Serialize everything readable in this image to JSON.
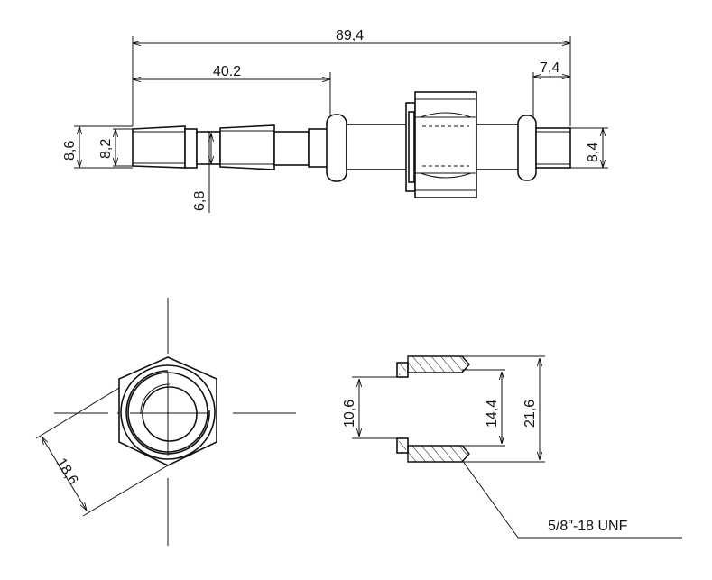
{
  "dimensions": {
    "overall_length": "89,4",
    "first_section_length": "40.2",
    "right_end_length": "7,4",
    "outer_dia_left": "8,6",
    "inner_dia_left": "8,2",
    "neck_dia": "6,8",
    "right_end_dia": "8,4",
    "hex_across_flats": "18,6",
    "washer_inner": "10,6",
    "washer_mid": "14,4",
    "washer_outer": "21,6"
  },
  "callout": {
    "thread": "5/8\"-18 UNF"
  }
}
